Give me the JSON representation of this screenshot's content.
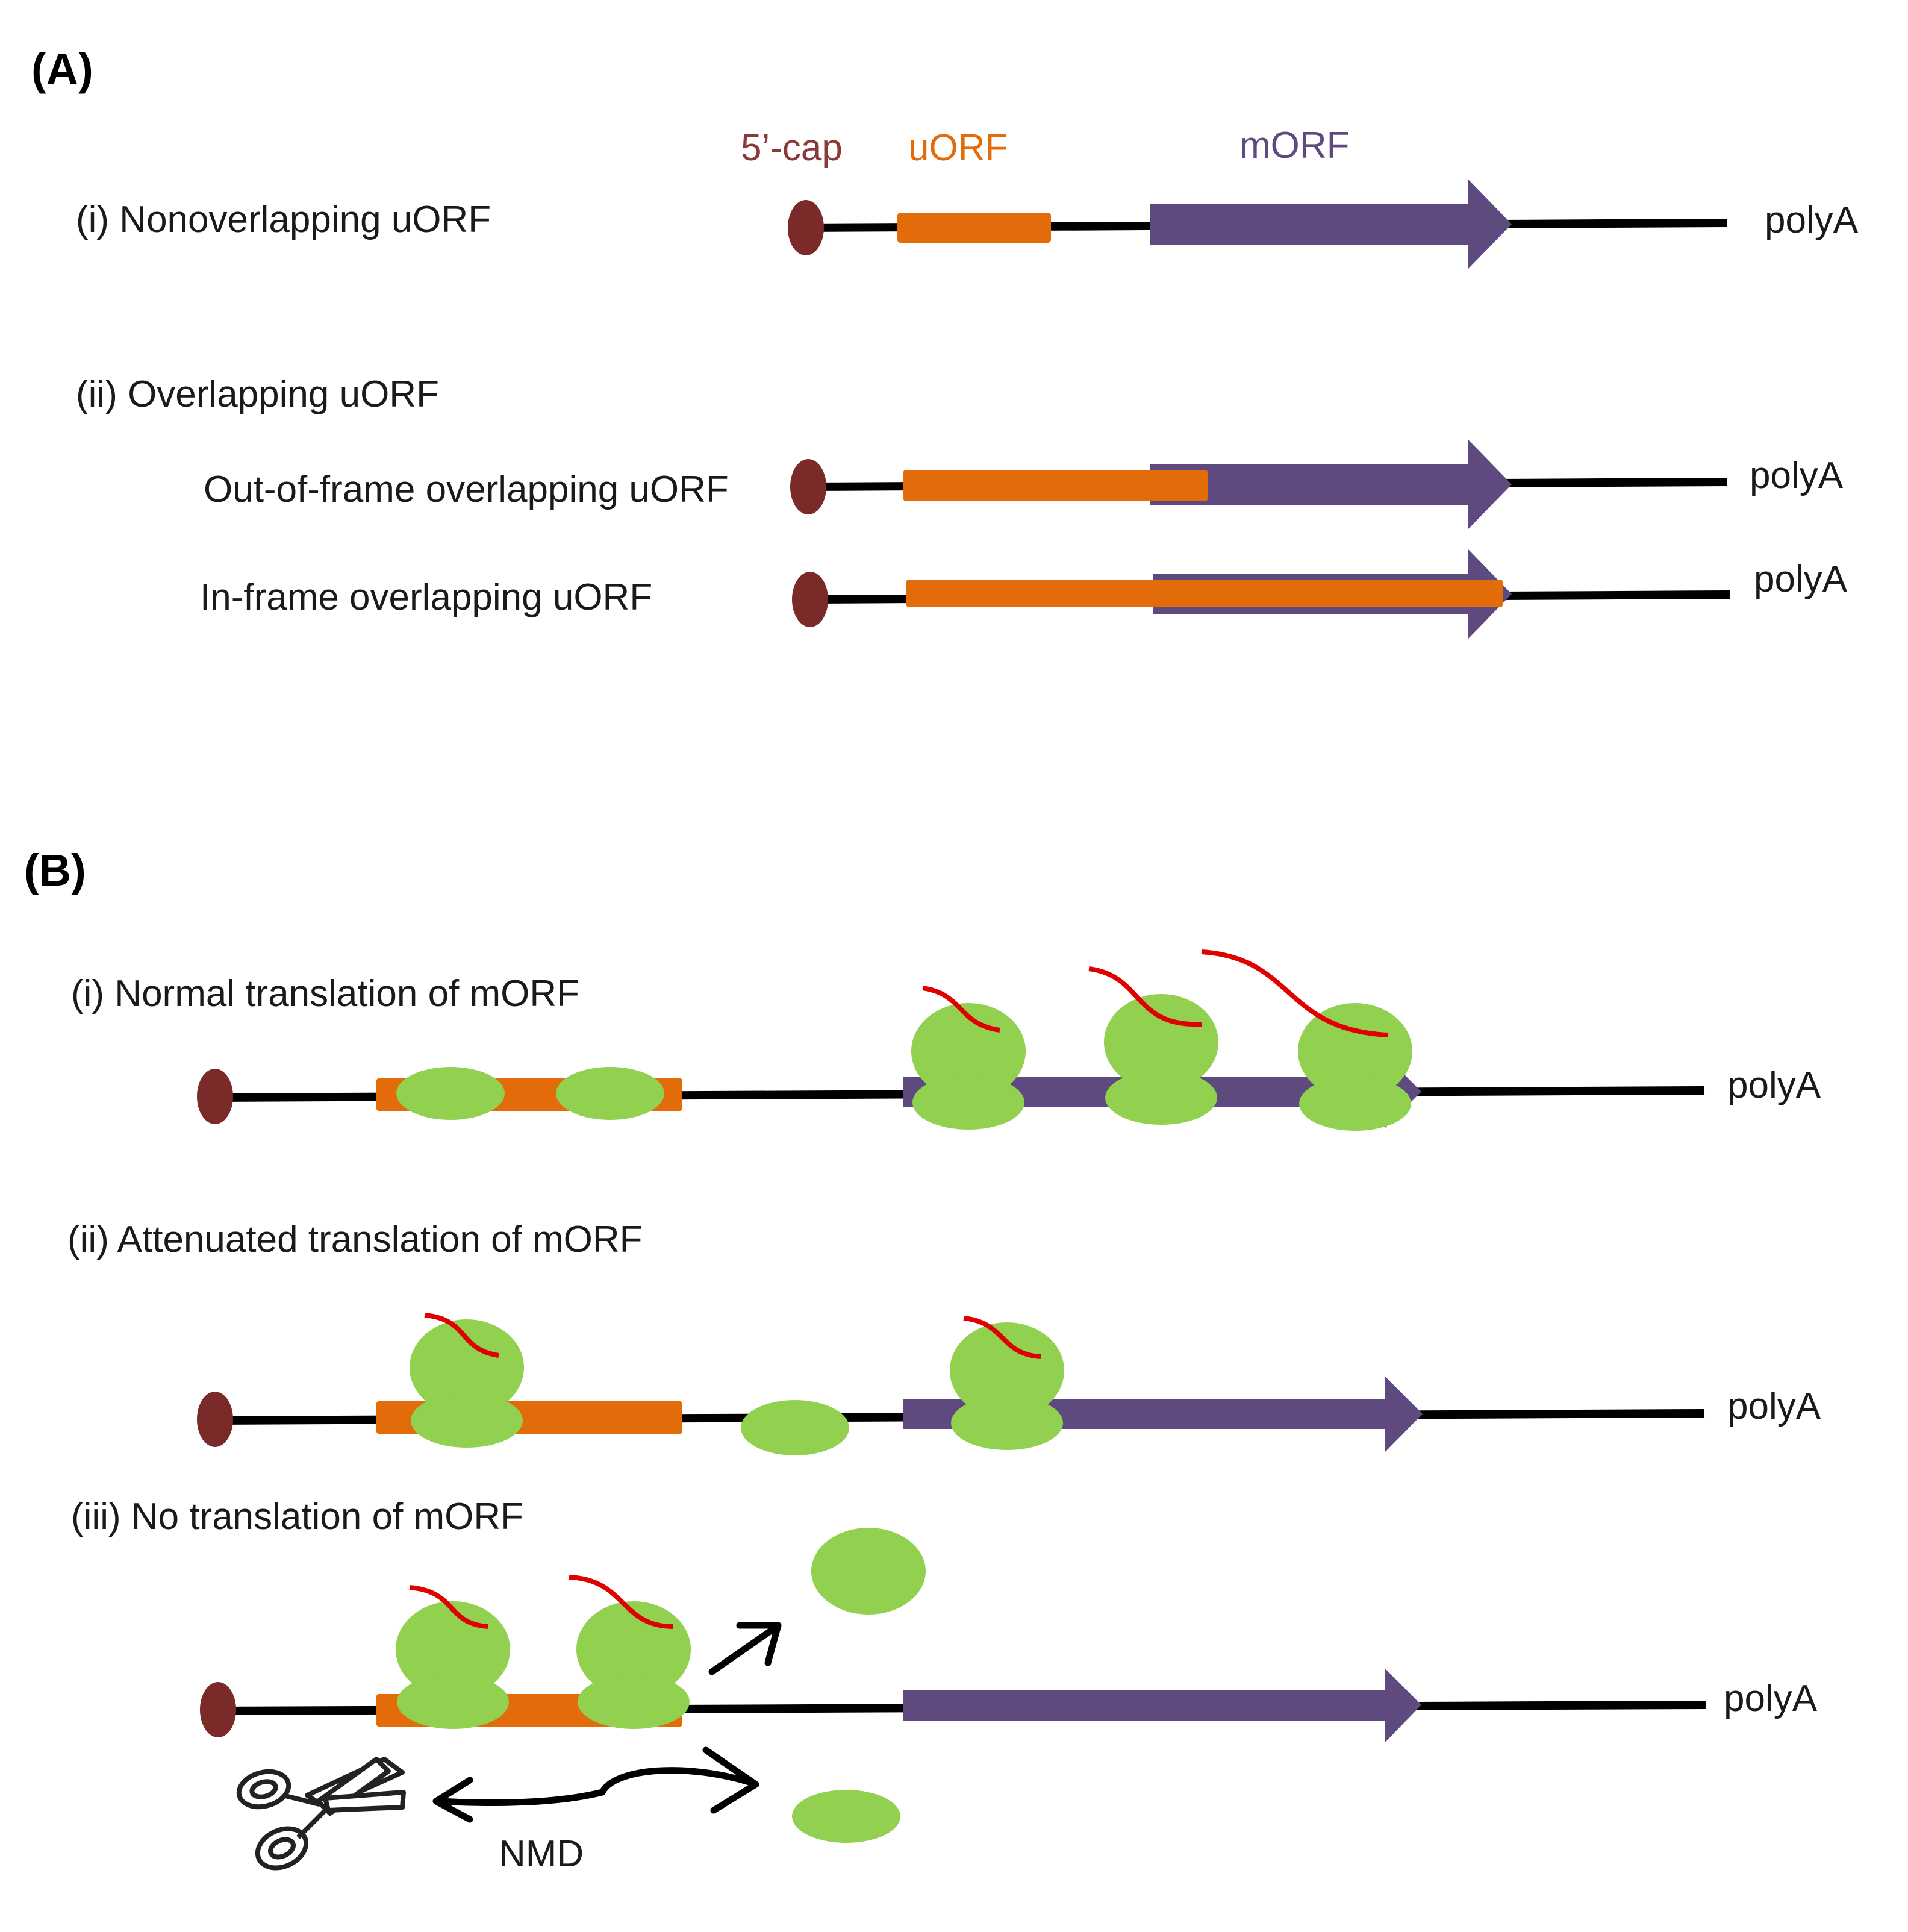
{
  "panel_a": {
    "label": "(A)",
    "headers": {
      "cap": "5’-cap",
      "uorf": "uORF",
      "morf": "mORF"
    },
    "row_i": {
      "label": "(i) Nonoverlapping  uORF",
      "tail": "polyA"
    },
    "row_ii": {
      "label": "(ii) Overlapping  uORF"
    },
    "row_ii_out": {
      "label": "Out-of-frame  overlapping  uORF",
      "tail": "polyA"
    },
    "row_ii_in": {
      "label": "In-frame  overlapping  uORF",
      "tail": "polyA"
    }
  },
  "panel_b": {
    "label": "(B)",
    "row_i": {
      "label": "(i) Normal translation  of mORF",
      "tail": "polyA"
    },
    "row_ii": {
      "label": "(ii) Attenuated  translation  of mORF",
      "tail": "polyA"
    },
    "row_iii": {
      "label": "(iii) No translation  of mORF",
      "tail": "polyA",
      "nmd": "NMD"
    }
  },
  "colors": {
    "cap": "#7b2a2a",
    "uorf": "#e36c0a",
    "morf": "#5f4a80",
    "mrna": "#000000",
    "ribosome": "#92d050",
    "peptide": "#e00000",
    "cap_header": "#8b3a3a",
    "uorf_header": "#e36c0a",
    "morf_header": "#5f4a80"
  }
}
